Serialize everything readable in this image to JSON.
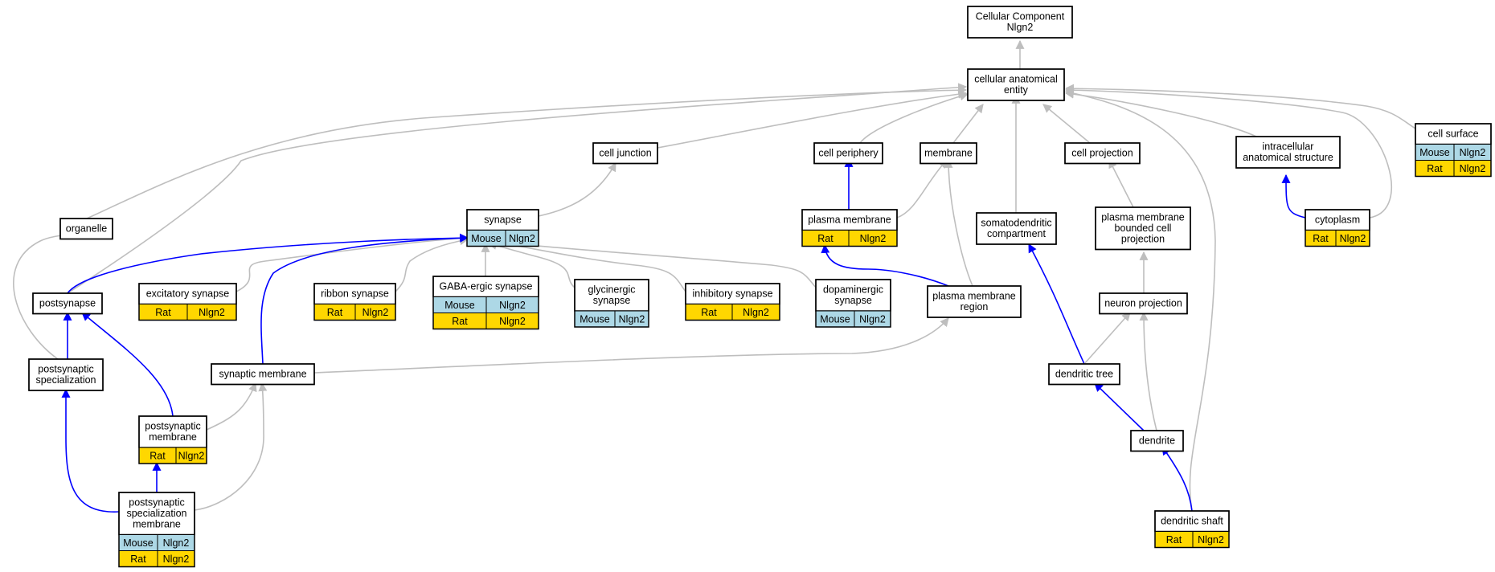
{
  "colors": {
    "mouse": "#add8e6",
    "rat": "#ffd700",
    "is_a_edge": "#bebebe",
    "part_of_edge": "#0000ff",
    "border": "#000000"
  },
  "nodes": {
    "cc_root": {
      "lines": [
        "Cellular Component",
        "Nlgn2"
      ],
      "rows": []
    },
    "cae": {
      "lines": [
        "cellular anatomical",
        "entity"
      ],
      "rows": []
    },
    "cell_junction": {
      "lines": [
        "cell junction"
      ],
      "rows": []
    },
    "cell_periphery": {
      "lines": [
        "cell periphery"
      ],
      "rows": []
    },
    "membrane": {
      "lines": [
        "membrane"
      ],
      "rows": []
    },
    "cell_projection": {
      "lines": [
        "cell projection"
      ],
      "rows": []
    },
    "intracellular": {
      "lines": [
        "intracellular",
        "anatomical structure"
      ],
      "rows": []
    },
    "cell_surface": {
      "lines": [
        "cell surface"
      ],
      "rows": [
        [
          "Mouse",
          "Nlgn2"
        ],
        [
          "Rat",
          "Nlgn2"
        ]
      ]
    },
    "organelle": {
      "lines": [
        "organelle"
      ],
      "rows": []
    },
    "synapse": {
      "lines": [
        "synapse"
      ],
      "rows": [
        [
          "Mouse",
          "Nlgn2"
        ]
      ]
    },
    "plasma_membrane": {
      "lines": [
        "plasma membrane"
      ],
      "rows": [
        [
          "Rat",
          "Nlgn2"
        ]
      ]
    },
    "somatodendritic": {
      "lines": [
        "somatodendritic",
        "compartment"
      ],
      "rows": []
    },
    "pm_bounded": {
      "lines": [
        "plasma membrane",
        "bounded cell",
        "projection"
      ],
      "rows": []
    },
    "cytoplasm": {
      "lines": [
        "cytoplasm"
      ],
      "rows": [
        [
          "Rat",
          "Nlgn2"
        ]
      ]
    },
    "postsynapse": {
      "lines": [
        "postsynapse"
      ],
      "rows": []
    },
    "excitatory": {
      "lines": [
        "excitatory synapse"
      ],
      "rows": [
        [
          "Rat",
          "Nlgn2"
        ]
      ]
    },
    "ribbon": {
      "lines": [
        "ribbon synapse"
      ],
      "rows": [
        [
          "Rat",
          "Nlgn2"
        ]
      ]
    },
    "gaba": {
      "lines": [
        "GABA-ergic synapse"
      ],
      "rows": [
        [
          "Mouse",
          "Nlgn2"
        ],
        [
          "Rat",
          "Nlgn2"
        ]
      ]
    },
    "glycinergic": {
      "lines": [
        "glycinergic",
        "synapse"
      ],
      "rows": [
        [
          "Mouse",
          "Nlgn2"
        ]
      ]
    },
    "inhibitory": {
      "lines": [
        "inhibitory synapse"
      ],
      "rows": [
        [
          "Rat",
          "Nlgn2"
        ]
      ]
    },
    "dopaminergic": {
      "lines": [
        "dopaminergic",
        "synapse"
      ],
      "rows": [
        [
          "Mouse",
          "Nlgn2"
        ]
      ]
    },
    "pm_region": {
      "lines": [
        "plasma membrane",
        "region"
      ],
      "rows": []
    },
    "neuron_projection": {
      "lines": [
        "neuron projection"
      ],
      "rows": []
    },
    "postsyn_spec": {
      "lines": [
        "postsynaptic",
        "specialization"
      ],
      "rows": []
    },
    "synaptic_membrane": {
      "lines": [
        "synaptic membrane"
      ],
      "rows": []
    },
    "dendritic_tree": {
      "lines": [
        "dendritic tree"
      ],
      "rows": []
    },
    "postsyn_membrane": {
      "lines": [
        "postsynaptic",
        "membrane"
      ],
      "rows": [
        [
          "Rat",
          "Nlgn2"
        ]
      ]
    },
    "dendrite": {
      "lines": [
        "dendrite"
      ],
      "rows": []
    },
    "psm": {
      "lines": [
        "postsynaptic",
        "specialization",
        "membrane"
      ],
      "rows": [
        [
          "Mouse",
          "Nlgn2"
        ],
        [
          "Rat",
          "Nlgn2"
        ]
      ]
    },
    "dendritic_shaft": {
      "lines": [
        "dendritic shaft"
      ],
      "rows": [
        [
          "Rat",
          "Nlgn2"
        ]
      ]
    }
  },
  "edges": [
    {
      "from": "cae",
      "to": "cc_root",
      "kind": "is_a"
    },
    {
      "from": "cell_junction",
      "to": "cae",
      "kind": "is_a"
    },
    {
      "from": "cell_periphery",
      "to": "cae",
      "kind": "is_a"
    },
    {
      "from": "membrane",
      "to": "cae",
      "kind": "is_a"
    },
    {
      "from": "cell_projection",
      "to": "cae",
      "kind": "is_a"
    },
    {
      "from": "intracellular",
      "to": "cae",
      "kind": "is_a"
    },
    {
      "from": "cell_surface",
      "to": "cae",
      "kind": "is_a"
    },
    {
      "from": "organelle",
      "to": "cae",
      "kind": "is_a"
    },
    {
      "from": "somatodendritic",
      "to": "cae",
      "kind": "is_a"
    },
    {
      "from": "cytoplasm",
      "to": "cae",
      "kind": "is_a"
    },
    {
      "from": "postsynapse",
      "to": "cae",
      "kind": "is_a"
    },
    {
      "from": "dendritic_shaft",
      "to": "cae",
      "kind": "is_a"
    },
    {
      "from": "synapse",
      "to": "cell_junction",
      "kind": "is_a"
    },
    {
      "from": "plasma_membrane",
      "to": "cell_periphery",
      "kind": "part_of"
    },
    {
      "from": "plasma_membrane",
      "to": "membrane",
      "kind": "is_a"
    },
    {
      "from": "pm_region",
      "to": "membrane",
      "kind": "is_a"
    },
    {
      "from": "pm_bounded",
      "to": "cell_projection",
      "kind": "is_a"
    },
    {
      "from": "cytoplasm",
      "to": "intracellular",
      "kind": "part_of"
    },
    {
      "from": "postsynapse",
      "to": "synapse",
      "kind": "part_of"
    },
    {
      "from": "excitatory",
      "to": "synapse",
      "kind": "is_a"
    },
    {
      "from": "ribbon",
      "to": "synapse",
      "kind": "is_a"
    },
    {
      "from": "gaba",
      "to": "synapse",
      "kind": "is_a"
    },
    {
      "from": "glycinergic",
      "to": "synapse",
      "kind": "is_a"
    },
    {
      "from": "inhibitory",
      "to": "synapse",
      "kind": "is_a"
    },
    {
      "from": "dopaminergic",
      "to": "synapse",
      "kind": "is_a"
    },
    {
      "from": "synaptic_membrane",
      "to": "synapse",
      "kind": "part_of"
    },
    {
      "from": "pm_region",
      "to": "plasma_membrane",
      "kind": "part_of"
    },
    {
      "from": "neuron_projection",
      "to": "pm_bounded",
      "kind": "is_a"
    },
    {
      "from": "postsyn_spec",
      "to": "organelle",
      "kind": "is_a"
    },
    {
      "from": "postsyn_spec",
      "to": "postsynapse",
      "kind": "part_of"
    },
    {
      "from": "postsyn_membrane",
      "to": "postsynapse",
      "kind": "part_of"
    },
    {
      "from": "synaptic_membrane",
      "to": "pm_region",
      "kind": "is_a"
    },
    {
      "from": "dendritic_tree",
      "to": "somatodendritic",
      "kind": "part_of"
    },
    {
      "from": "dendritic_tree",
      "to": "neuron_projection",
      "kind": "is_a"
    },
    {
      "from": "dendrite",
      "to": "neuron_projection",
      "kind": "is_a"
    },
    {
      "from": "postsyn_membrane",
      "to": "synaptic_membrane",
      "kind": "is_a"
    },
    {
      "from": "dendrite",
      "to": "dendritic_tree",
      "kind": "part_of"
    },
    {
      "from": "psm",
      "to": "postsyn_spec",
      "kind": "part_of"
    },
    {
      "from": "psm",
      "to": "synaptic_membrane",
      "kind": "is_a"
    },
    {
      "from": "psm",
      "to": "postsyn_membrane",
      "kind": "part_of"
    },
    {
      "from": "dendritic_shaft",
      "to": "dendrite",
      "kind": "part_of"
    }
  ]
}
